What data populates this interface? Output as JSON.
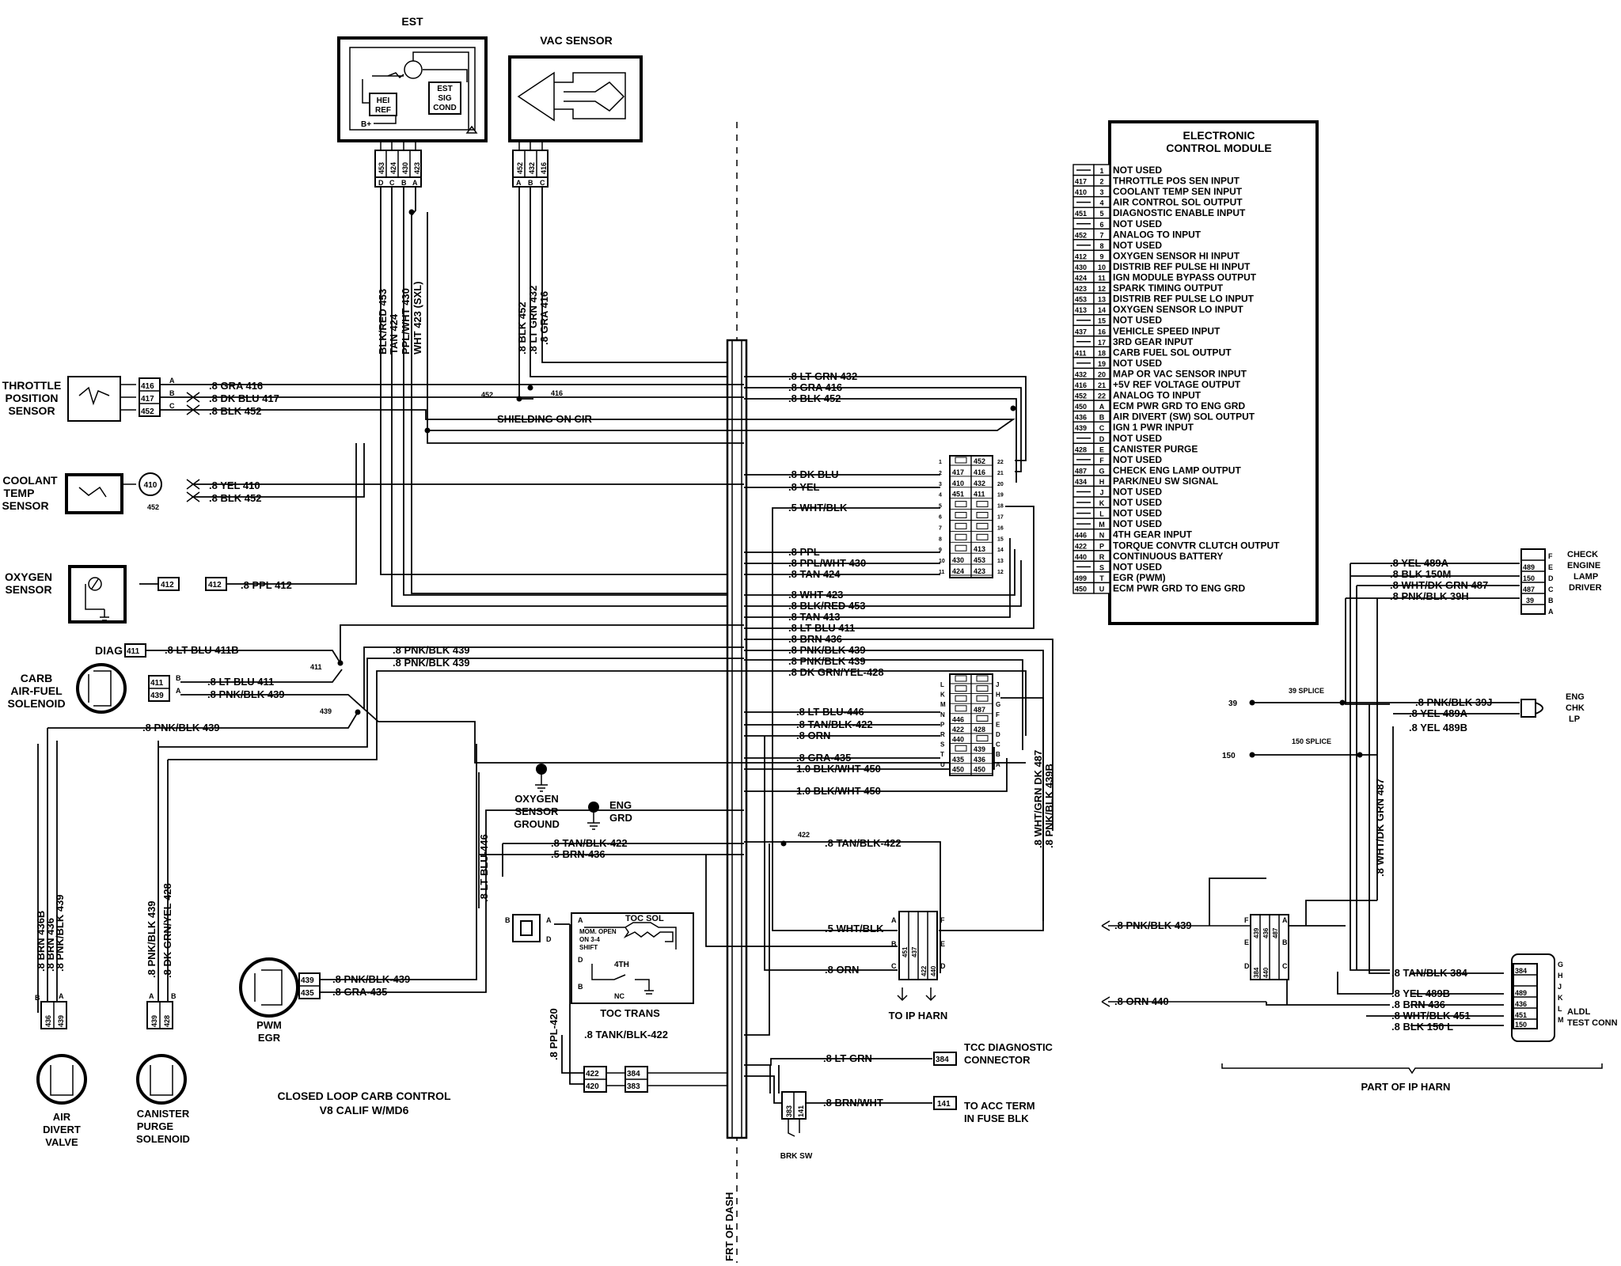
{
  "components": {
    "est": "EST",
    "vac_sensor": "VAC SENSOR",
    "ecm_title_1": "ELECTRONIC",
    "ecm_title_2": "CONTROL MODULE",
    "throttle_1": "THROTTLE",
    "throttle_2": "POSITION",
    "throttle_3": "SENSOR",
    "coolant_1": "COOLANT",
    "coolant_2": "TEMP",
    "coolant_3": "SENSOR",
    "oxygen_1": "OXYGEN",
    "oxygen_2": "SENSOR",
    "carb_1": "CARB",
    "carb_2": "AIR-FUEL",
    "carb_3": "SOLENOID",
    "air_divert_1": "AIR",
    "air_divert_2": "DIVERT",
    "air_divert_3": "VALVE",
    "canister_1": "CANISTER",
    "canister_2": "PURGE",
    "canister_3": "SOLENOID",
    "pwm_egr_1": "PWM",
    "pwm_egr_2": "EGR",
    "o2_ground_1": "OXYGEN",
    "o2_ground_2": "SENSOR",
    "o2_ground_3": "GROUND",
    "eng_grd_1": "ENG",
    "eng_grd_2": "GRD",
    "toc_sol": "TOC SOL",
    "toc_trans": "TOC TRANS",
    "mom_open": "MOM. OPEN",
    "on_shift": "ON 3-4",
    "shift": "SHIFT",
    "fourth": "4TH",
    "nc": "NC",
    "tcc_diag_1": "TCC DIAGNOSTIC",
    "tcc_diag_2": "CONNECTOR",
    "acc_term_1": "TO ACC TERM",
    "acc_term_2": "IN FUSE BLK",
    "brk_sw": "BRK SW",
    "to_ip_harn": "TO IP HARN",
    "part_ip_harn": "PART OF IP HARN",
    "frt_of_dash": "FRT OF DASH",
    "shielding": "SHIELDING ON CIR",
    "check_eng_1": "CHECK",
    "check_eng_2": "ENGINE",
    "check_eng_3": "LAMP",
    "check_eng_4": "DRIVER",
    "eng_chk_1": "ENG",
    "eng_chk_2": "CHK",
    "eng_chk_3": "LP",
    "aldl_1": "ALDL",
    "aldl_2": "TEST CONN",
    "splice_39": "39 SPLICE",
    "splice_150": "150 SPLICE",
    "diag": "DIAG",
    "caption_1": "CLOSED LOOP CARB CONTROL",
    "caption_2": "V8 CALIF W/MD6",
    "hei_ref_1": "HEI",
    "hei_ref_2": "REF",
    "est_sig_1": "EST",
    "est_sig_2": "SIG",
    "est_sig_3": "COND",
    "b_plus": "B+"
  },
  "ecm_pins": [
    {
      "circuit": "",
      "pin": "1",
      "label": "NOT USED"
    },
    {
      "circuit": "417",
      "pin": "2",
      "label": "THROTTLE POS SEN INPUT"
    },
    {
      "circuit": "410",
      "pin": "3",
      "label": "COOLANT TEMP SEN INPUT"
    },
    {
      "circuit": "",
      "pin": "4",
      "label": "AIR CONTROL SOL OUTPUT"
    },
    {
      "circuit": "451",
      "pin": "5",
      "label": "DIAGNOSTIC ENABLE INPUT"
    },
    {
      "circuit": "",
      "pin": "6",
      "label": "NOT USED"
    },
    {
      "circuit": "452",
      "pin": "7",
      "label": "ANALOG TO INPUT"
    },
    {
      "circuit": "",
      "pin": "8",
      "label": "NOT USED"
    },
    {
      "circuit": "412",
      "pin": "9",
      "label": "OXYGEN SENSOR HI INPUT"
    },
    {
      "circuit": "430",
      "pin": "10",
      "label": "DISTRIB REF PULSE HI INPUT"
    },
    {
      "circuit": "424",
      "pin": "11",
      "label": "IGN MODULE BYPASS OUTPUT"
    },
    {
      "circuit": "423",
      "pin": "12",
      "label": "SPARK TIMING OUTPUT"
    },
    {
      "circuit": "453",
      "pin": "13",
      "label": "DISTRIB REF PULSE LO INPUT"
    },
    {
      "circuit": "413",
      "pin": "14",
      "label": "OXYGEN SENSOR LO INPUT"
    },
    {
      "circuit": "",
      "pin": "15",
      "label": "NOT USED"
    },
    {
      "circuit": "437",
      "pin": "16",
      "label": "VEHICLE SPEED INPUT"
    },
    {
      "circuit": "",
      "pin": "17",
      "label": "3RD GEAR INPUT"
    },
    {
      "circuit": "411",
      "pin": "18",
      "label": "CARB FUEL SOL OUTPUT"
    },
    {
      "circuit": "",
      "pin": "19",
      "label": "NOT USED"
    },
    {
      "circuit": "432",
      "pin": "20",
      "label": "MAP OR VAC SENSOR INPUT"
    },
    {
      "circuit": "416",
      "pin": "21",
      "label": "+5V REF VOLTAGE OUTPUT"
    },
    {
      "circuit": "452",
      "pin": "22",
      "label": "ANALOG TO INPUT"
    },
    {
      "circuit": "450",
      "pin": "A",
      "label": "ECM PWR GRD TO ENG GRD"
    },
    {
      "circuit": "436",
      "pin": "B",
      "label": "AIR DIVERT (SW) SOL OUTPUT"
    },
    {
      "circuit": "439",
      "pin": "C",
      "label": "IGN 1 PWR INPUT"
    },
    {
      "circuit": "",
      "pin": "D",
      "label": "NOT USED"
    },
    {
      "circuit": "428",
      "pin": "E",
      "label": "CANISTER PURGE"
    },
    {
      "circuit": "",
      "pin": "F",
      "label": "NOT USED"
    },
    {
      "circuit": "487",
      "pin": "G",
      "label": "CHECK ENG LAMP  OUTPUT"
    },
    {
      "circuit": "434",
      "pin": "H",
      "label": "PARK/NEU SW SIGNAL"
    },
    {
      "circuit": "",
      "pin": "J",
      "label": "NOT USED"
    },
    {
      "circuit": "",
      "pin": "K",
      "label": "NOT USED"
    },
    {
      "circuit": "",
      "pin": "L",
      "label": "NOT USED"
    },
    {
      "circuit": "",
      "pin": "M",
      "label": "NOT USED"
    },
    {
      "circuit": "446",
      "pin": "N",
      "label": "4TH GEAR INPUT"
    },
    {
      "circuit": "422",
      "pin": "P",
      "label": "TORQUE CONVTR CLUTCH OUTPUT"
    },
    {
      "circuit": "440",
      "pin": "R",
      "label": "CONTINUOUS BATTERY"
    },
    {
      "circuit": "",
      "pin": "S",
      "label": "NOT USED"
    },
    {
      "circuit": "499",
      "pin": "T",
      "label": "EGR (PWM)"
    },
    {
      "circuit": "450",
      "pin": "U",
      "label": "ECM PWR GRD TO ENG GRD"
    }
  ],
  "wires": {
    "est_vert": [
      "BLK/RED 453",
      "TAN 424",
      "PPL/WHT 430",
      "WHT 423 (SXL)"
    ],
    "vac_vert": [
      ".8 BLK 452",
      ".8 LT GRN 432",
      ".8 GRA 416"
    ],
    "tps": [
      ".8  GRA 416",
      ".8  DK BLU 417",
      ".8  BLK 452"
    ],
    "cts": [
      ".8  YEL 410",
      ".8  BLK 452"
    ],
    "o2": [
      ".8  PPL  412"
    ],
    "diag": [
      ".8  LT  BLU  411B"
    ],
    "carb": [
      ".8  LT  BLU  411",
      ".8  PNK/BLK 439"
    ],
    "carb_upper": [
      ".8  PNK/BLK 439",
      ".8  PNK/BLK 439"
    ],
    "left_run": ".8  PNK/BLK 439",
    "trunk_top": [
      ".8  LT GRN 432",
      ".8  GRA 416",
      ".8  BLK 452"
    ],
    "trunk_mid": [
      ".8  DK BLU",
      ".8  YEL",
      ".5  WHT/BLK"
    ],
    "trunk_est": [
      ".8  PPL",
      ".8  PPL/WHT 430",
      ".8  TAN 424"
    ],
    "trunk_low": [
      ".8  WHT 423",
      ".8  BLK/RED 453",
      ".8  TAN 413",
      ".8  LT BLU 411",
      ".8  BRN 436",
      ".8  PNK/BLK  439",
      ".8  PNK/BLK  439",
      ".8  DK GRN/YEL-428"
    ],
    "trunk_c2": [
      ".8  LT BLU-446",
      ".8  TAN/BLK-422",
      ".8  ORN",
      ".8  GRA-435",
      "1.0 BLK/WHT  450",
      "1.0 BLK/WHT  450"
    ],
    "vert_a": [
      ".8 BRN 436B",
      ".8 BRN 436",
      ".8 PNK/BLK 439"
    ],
    "vert_b": [
      ".8  PNK/BLK  439",
      ".8  DK GRN/YEL 428"
    ],
    "vert_446": ".8  LT  BLU-446",
    "vert_right": [
      ".8 WHT/GRN DK 487",
      ".8 PNK/BLK 439B"
    ],
    "pwm": [
      ".8  PNK/BLK-439",
      ".8  GRA-435"
    ],
    "tcc": [
      ".8  TAN/BLK-422",
      ".5  BRN-436",
      ".8  TAN/BLK-422",
      ".5  WHT/BLK",
      ".8  ORN",
      ".8  TANK/BLK-422"
    ],
    "ppl420": ".8  PPL-420",
    "diag_conn": [
      ".8  LT GRN",
      ".8  BRN/WHT"
    ],
    "ip_right": [
      ".8  YEL 489A",
      ".8  BLK 150M",
      ".8  WHT/DK GRN 487",
      ".8  PNK/BLK 39H"
    ],
    "ip_lamp": [
      ".8  PNK/BLK 39J",
      ".8  YEL 489A",
      ".8  YEL 489B"
    ],
    "ip_vert": ".8  WHT/DK GRN 487",
    "ip_left": [
      ".8   PNK/BLK 439",
      ".8  ORN 440"
    ],
    "aldl": [
      ".8  TAN/BLK 384",
      ".8  YEL 489B",
      ".8  BRN 436",
      ".8  WHT/BLK 451",
      ".8  BLK 150 L"
    ],
    "splice_nums": [
      "39",
      "150",
      "411",
      "439",
      "422",
      "452",
      "416",
      "452"
    ]
  },
  "connectors": {
    "est_pins": [
      "453",
      "424",
      "430",
      "423"
    ],
    "est_letters": [
      "D",
      "C",
      "B",
      "A"
    ],
    "vac_pins": [
      "452",
      "432",
      "416"
    ],
    "vac_letters": [
      "A",
      "B",
      "C"
    ],
    "tps_pins": [
      "416",
      "417",
      "452"
    ],
    "tps_letters": [
      "A",
      "B",
      "C"
    ],
    "cts_pin": "410",
    "o2_pins": [
      "412",
      "412"
    ],
    "diag_pin": "411",
    "carb_pins": [
      "411",
      "439"
    ],
    "carb_letters": [
      "B",
      "A"
    ],
    "airdiv_pins": [
      "436",
      "439"
    ],
    "airdiv_letters": [
      "B",
      "A"
    ],
    "can_pins": [
      "439",
      "428"
    ],
    "can_letters": [
      "A",
      "B"
    ],
    "pwm_pins": [
      "439",
      "435"
    ],
    "c1_left": [
      "",
      "417",
      "410",
      "451",
      "",
      "",
      "",
      "",
      "",
      "430",
      "424"
    ],
    "c1_right": [
      "452",
      "416",
      "432",
      "411",
      "",
      "",
      "",
      "",
      "413",
      "453",
      "423"
    ],
    "c1_pin_l": [
      "1",
      "2",
      "3",
      "4",
      "5",
      "6",
      "7",
      "8",
      "9",
      "10",
      "11"
    ],
    "c1_pin_r": [
      "22",
      "21",
      "20",
      "19",
      "18",
      "17",
      "16",
      "15",
      "14",
      "13",
      "12"
    ],
    "c2_left": [
      "",
      "",
      "",
      "",
      "446",
      "422",
      "440",
      "",
      "435",
      "450"
    ],
    "c2_right": [
      "",
      "",
      "",
      "487",
      "",
      "428",
      "",
      "439",
      "436",
      "450"
    ],
    "c2_letter_l": [
      "L",
      "K",
      "M",
      "N",
      "P",
      "R",
      "S",
      "T",
      "U"
    ],
    "c2_letter_r": [
      "J",
      "H",
      "G",
      "F",
      "E",
      "D",
      "C",
      "B",
      "A"
    ],
    "ip_conn_pins": [
      "451",
      "437",
      "422",
      "440"
    ],
    "ip_conn_letters": [
      "A",
      "B",
      "C",
      "D",
      "E",
      "F"
    ],
    "tcc_pins": [
      "422",
      "420"
    ],
    "tcc_diag_pins": [
      "384",
      "383"
    ],
    "brk_pins": [
      "383",
      "141"
    ],
    "conn_384": "384",
    "conn_141": "141",
    "eng_lamp_pins": [
      "489",
      "150",
      "487",
      "39"
    ],
    "eng_lamp_letters": [
      "F",
      "E",
      "D",
      "C",
      "B",
      "A"
    ],
    "ip_left_pins": [
      "439",
      "436",
      "487",
      "384",
      "440"
    ],
    "ip_left_letters": [
      "F",
      "A",
      "E",
      "B",
      "D",
      "C"
    ],
    "aldl_pins": [
      "384",
      "489",
      "436",
      "451",
      "150"
    ],
    "aldl_letters": [
      "G",
      "H",
      "J",
      "K",
      "L",
      "M"
    ],
    "letter_a": "A",
    "letter_b": "B",
    "letter_c": "C",
    "letter_d": "D",
    "letter_e": "E",
    "letter_f": "F"
  }
}
